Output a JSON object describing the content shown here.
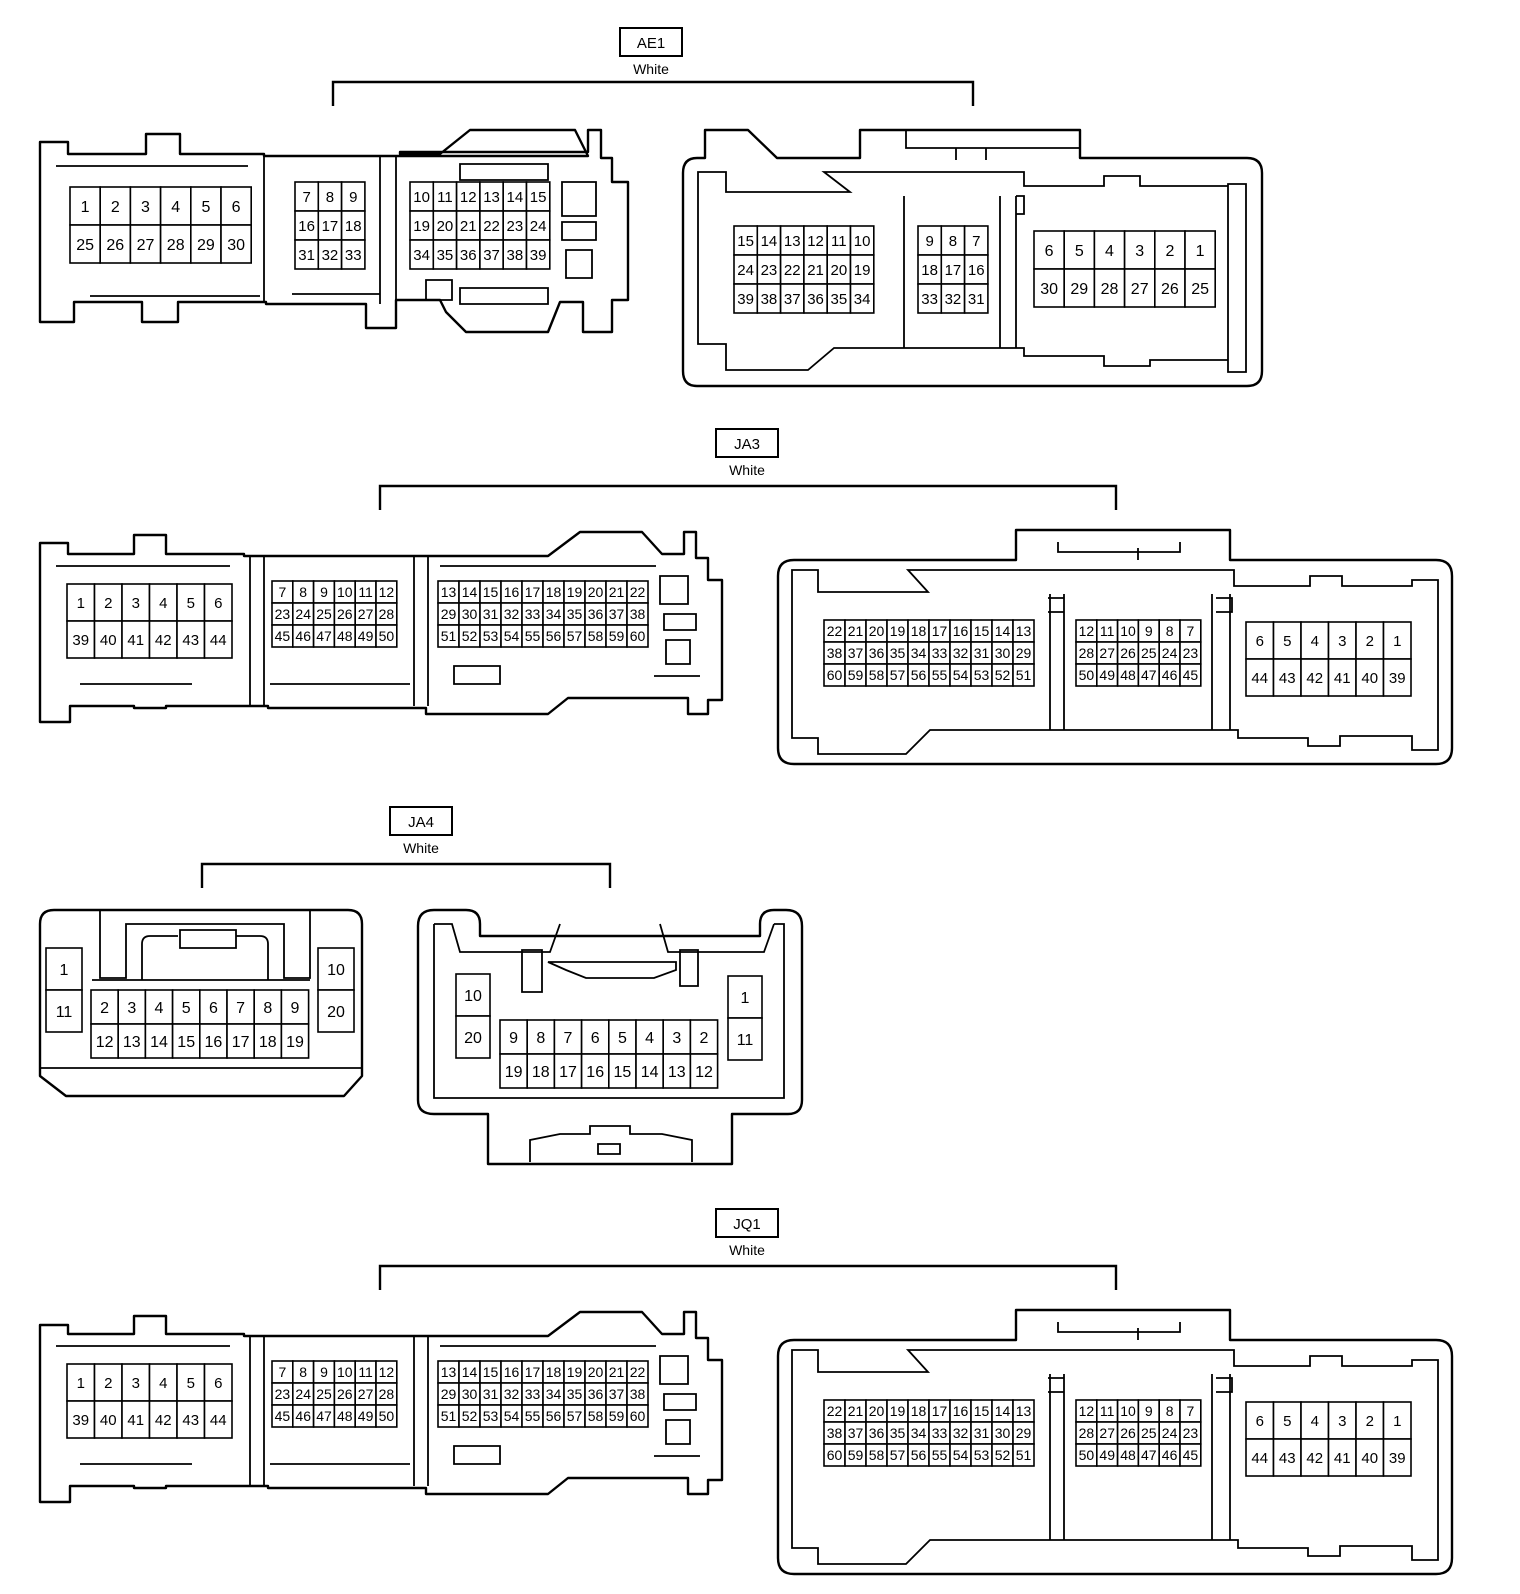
{
  "connectors": [
    {
      "name": "AE1",
      "color": "White",
      "views": [
        {
          "cavities": [
            [
              [
                "1",
                "2",
                "3",
                "4",
                "5",
                "6"
              ],
              [
                "25",
                "26",
                "27",
                "28",
                "29",
                "30"
              ]
            ],
            [
              [
                "7",
                "8",
                "9"
              ],
              [
                "16",
                "17",
                "18"
              ],
              [
                "31",
                "32",
                "33"
              ]
            ],
            [
              [
                "10",
                "11",
                "12",
                "13",
                "14",
                "15"
              ],
              [
                "19",
                "20",
                "21",
                "22",
                "23",
                "24"
              ],
              [
                "34",
                "35",
                "36",
                "37",
                "38",
                "39"
              ]
            ]
          ]
        },
        {
          "cavities": [
            [
              [
                "15",
                "14",
                "13",
                "12",
                "11",
                "10"
              ],
              [
                "24",
                "23",
                "22",
                "21",
                "20",
                "19"
              ],
              [
                "39",
                "38",
                "37",
                "36",
                "35",
                "34"
              ]
            ],
            [
              [
                "9",
                "8",
                "7"
              ],
              [
                "18",
                "17",
                "16"
              ],
              [
                "33",
                "32",
                "31"
              ]
            ],
            [
              [
                "6",
                "5",
                "4",
                "3",
                "2",
                "1"
              ],
              [
                "30",
                "29",
                "28",
                "27",
                "26",
                "25"
              ]
            ]
          ]
        }
      ]
    },
    {
      "name": "JA3",
      "color": "White",
      "views": [
        {
          "cavities": [
            [
              [
                "1",
                "2",
                "3",
                "4",
                "5",
                "6"
              ],
              [
                "39",
                "40",
                "41",
                "42",
                "43",
                "44"
              ]
            ],
            [
              [
                "7",
                "8",
                "9",
                "10",
                "11",
                "12"
              ],
              [
                "23",
                "24",
                "25",
                "26",
                "27",
                "28"
              ],
              [
                "45",
                "46",
                "47",
                "48",
                "49",
                "50"
              ]
            ],
            [
              [
                "13",
                "14",
                "15",
                "16",
                "17",
                "18",
                "19",
                "20",
                "21",
                "22"
              ],
              [
                "29",
                "30",
                "31",
                "32",
                "33",
                "34",
                "35",
                "36",
                "37",
                "38"
              ],
              [
                "51",
                "52",
                "53",
                "54",
                "55",
                "56",
                "57",
                "58",
                "59",
                "60"
              ]
            ]
          ]
        },
        {
          "cavities": [
            [
              [
                "22",
                "21",
                "20",
                "19",
                "18",
                "17",
                "16",
                "15",
                "14",
                "13"
              ],
              [
                "38",
                "37",
                "36",
                "35",
                "34",
                "33",
                "32",
                "31",
                "30",
                "29"
              ],
              [
                "60",
                "59",
                "58",
                "57",
                "56",
                "55",
                "54",
                "53",
                "52",
                "51"
              ]
            ],
            [
              [
                "12",
                "11",
                "10",
                "9",
                "8",
                "7"
              ],
              [
                "28",
                "27",
                "26",
                "25",
                "24",
                "23"
              ],
              [
                "50",
                "49",
                "48",
                "47",
                "46",
                "45"
              ]
            ],
            [
              [
                "6",
                "5",
                "4",
                "3",
                "2",
                "1"
              ],
              [
                "44",
                "43",
                "42",
                "41",
                "40",
                "39"
              ]
            ]
          ]
        }
      ]
    },
    {
      "name": "JA4",
      "color": "White",
      "views": [
        {
          "cavities": [
            [
              [
                "1"
              ],
              [
                "11"
              ]
            ],
            [
              [
                "2",
                "3",
                "4",
                "5",
                "6",
                "7",
                "8",
                "9"
              ],
              [
                "12",
                "13",
                "14",
                "15",
                "16",
                "17",
                "18",
                "19"
              ]
            ],
            [
              [
                "10"
              ],
              [
                "20"
              ]
            ]
          ]
        },
        {
          "cavities": [
            [
              [
                "10"
              ],
              [
                "20"
              ]
            ],
            [
              [
                "9",
                "8",
                "7",
                "6",
                "5",
                "4",
                "3",
                "2"
              ],
              [
                "19",
                "18",
                "17",
                "16",
                "15",
                "14",
                "13",
                "12"
              ]
            ],
            [
              [
                "1"
              ],
              [
                "11"
              ]
            ]
          ]
        }
      ]
    },
    {
      "name": "JQ1",
      "color": "White",
      "views": [
        {
          "cavities": [
            [
              [
                "1",
                "2",
                "3",
                "4",
                "5",
                "6"
              ],
              [
                "39",
                "40",
                "41",
                "42",
                "43",
                "44"
              ]
            ],
            [
              [
                "7",
                "8",
                "9",
                "10",
                "11",
                "12"
              ],
              [
                "23",
                "24",
                "25",
                "26",
                "27",
                "28"
              ],
              [
                "45",
                "46",
                "47",
                "48",
                "49",
                "50"
              ]
            ],
            [
              [
                "13",
                "14",
                "15",
                "16",
                "17",
                "18",
                "19",
                "20",
                "21",
                "22"
              ],
              [
                "29",
                "30",
                "31",
                "32",
                "33",
                "34",
                "35",
                "36",
                "37",
                "38"
              ],
              [
                "51",
                "52",
                "53",
                "54",
                "55",
                "56",
                "57",
                "58",
                "59",
                "60"
              ]
            ]
          ]
        },
        {
          "cavities": [
            [
              [
                "22",
                "21",
                "20",
                "19",
                "18",
                "17",
                "16",
                "15",
                "14",
                "13"
              ],
              [
                "38",
                "37",
                "36",
                "35",
                "34",
                "33",
                "32",
                "31",
                "30",
                "29"
              ],
              [
                "60",
                "59",
                "58",
                "57",
                "56",
                "55",
                "54",
                "53",
                "52",
                "51"
              ]
            ],
            [
              [
                "12",
                "11",
                "10",
                "9",
                "8",
                "7"
              ],
              [
                "28",
                "27",
                "26",
                "25",
                "24",
                "23"
              ],
              [
                "50",
                "49",
                "48",
                "47",
                "46",
                "45"
              ]
            ],
            [
              [
                "6",
                "5",
                "4",
                "3",
                "2",
                "1"
              ],
              [
                "44",
                "43",
                "42",
                "41",
                "40",
                "39"
              ]
            ]
          ]
        }
      ]
    }
  ]
}
